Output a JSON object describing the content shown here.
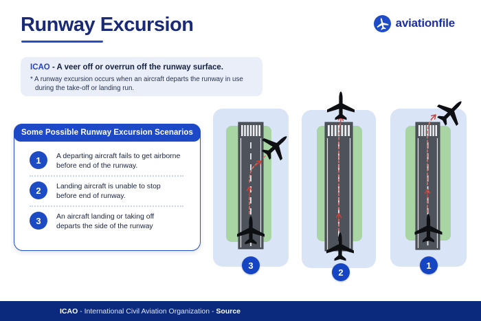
{
  "header": {
    "title": "Runway Excursion",
    "brand": "aviationfile"
  },
  "definition": {
    "term": "ICAO",
    "summary": " - A veer off or overrun off the runway surface.",
    "note": "* A runway excursion occurs when an aircraft departs the runway in use\nduring the take-off or landing run."
  },
  "scenarios": {
    "heading": "Some Possible Runway Excursion Scenarios",
    "items": [
      {
        "number": "1",
        "text": "A departing aircraft fails to get airborne\nbefore end of the runway."
      },
      {
        "number": "2",
        "text": "Landing aircraft is unable to stop\nbefore end of runway."
      },
      {
        "number": "3",
        "text": "An aircraft landing or taking off\ndeparts the side of the runway"
      }
    ]
  },
  "diagrams": {
    "panels": [
      {
        "badge": "3",
        "scenario": "aircraft veers off the side of the runway"
      },
      {
        "badge": "2",
        "scenario": "landing aircraft overruns the runway end"
      },
      {
        "badge": "1",
        "scenario": "departing aircraft overruns the runway end"
      }
    ]
  },
  "footer": {
    "org_abbr": "ICAO",
    "org_full": " - International Civil Aviation Organization - ",
    "source_label": "Source"
  },
  "colors": {
    "brand_blue": "#1d49c7",
    "title_navy": "#1a2a75",
    "footer_navy": "#0c2a7d",
    "panel_blue": "#d9e4f6",
    "grass_green": "#a9d4a4",
    "runway_gray": "#4e525a",
    "excursion_path_red": "#e0736c"
  }
}
